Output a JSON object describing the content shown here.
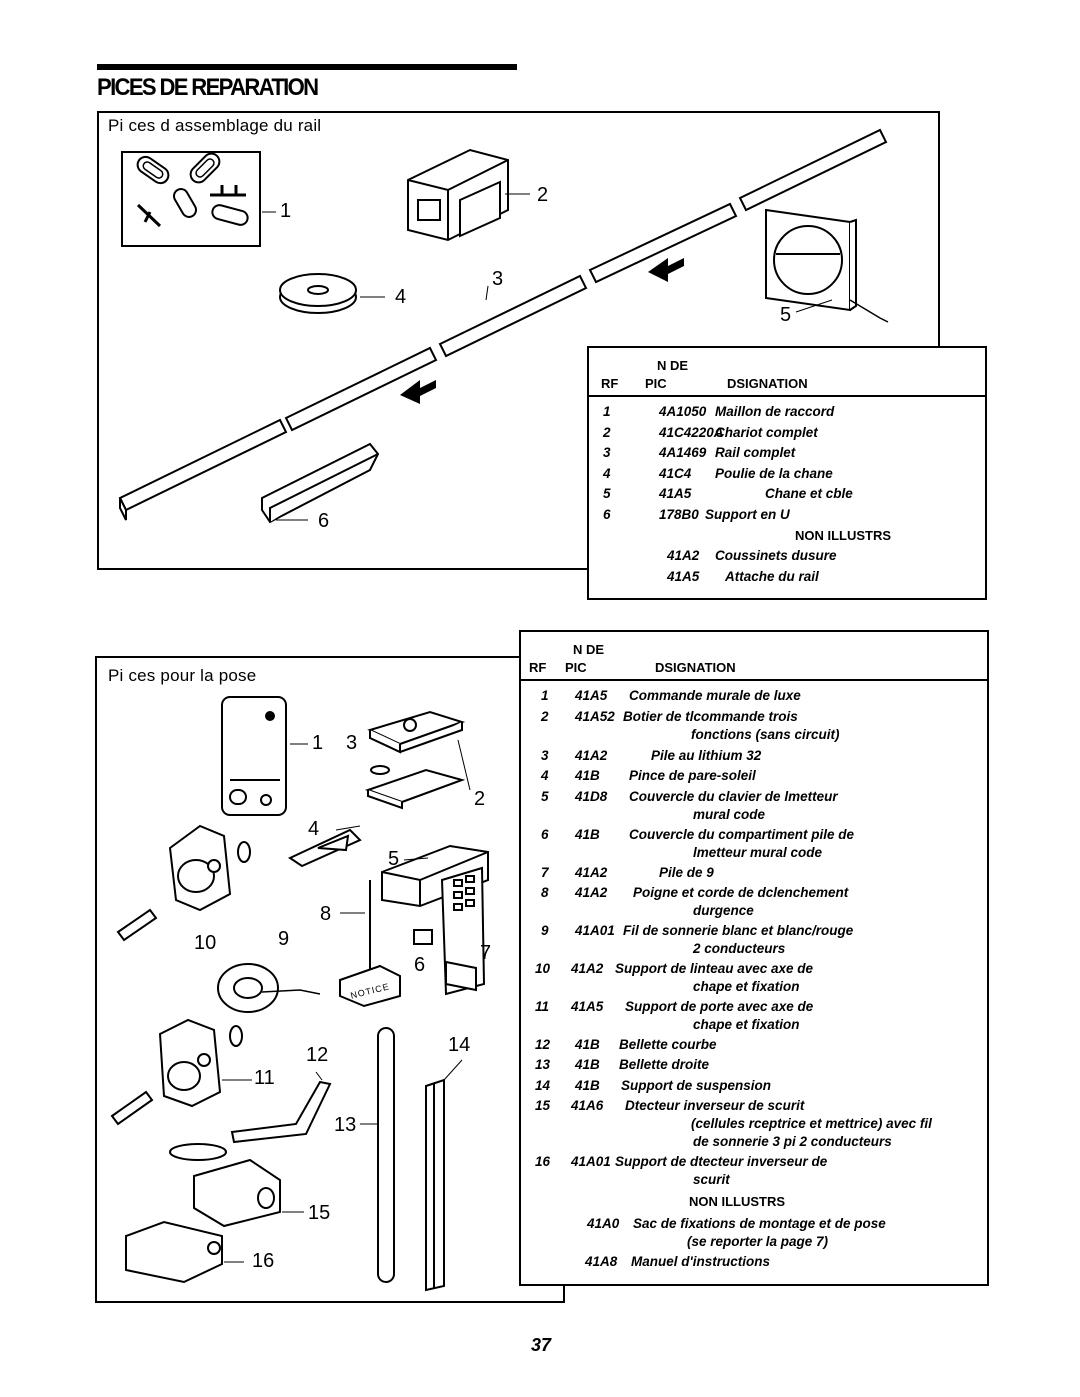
{
  "page": {
    "heading": "PICES DE REPARATION",
    "page_number": "37"
  },
  "rail_section": {
    "title": "Pi ces d assemblage du rail",
    "callouts": [
      "1",
      "2",
      "3",
      "4",
      "5",
      "6"
    ],
    "table": {
      "header_line1": "N  DE",
      "header_ref": "RF",
      "header_part": "PIC",
      "header_desc": "DSIGNATION",
      "rows": [
        {
          "ref": "1",
          "part": "4A1050",
          "desc": "Maillon de raccord"
        },
        {
          "ref": "2",
          "part": "41C4220A",
          "desc": "Chariot complet"
        },
        {
          "ref": "3",
          "part": "4A1469",
          "desc": "Rail complet"
        },
        {
          "ref": "4",
          "part": "41C4",
          "desc": "Poulie de la chane"
        },
        {
          "ref": "5",
          "part": "41A5",
          "desc": "Chane et cble"
        },
        {
          "ref": "6",
          "part": "178B0",
          "desc": "Support en U"
        }
      ],
      "not_shown_label": "NON ILLUSTRS",
      "not_shown": [
        {
          "part": "41A2",
          "desc": "Coussinets dusure"
        },
        {
          "part": "41A5",
          "desc": "Attache du rail"
        }
      ]
    }
  },
  "install_section": {
    "title": "Pi ces pour la pose",
    "callouts": [
      "1",
      "2",
      "3",
      "4",
      "5",
      "6",
      "7",
      "8",
      "9",
      "10",
      "11",
      "12",
      "13",
      "14",
      "15",
      "16"
    ],
    "notice_label": "NOTICE",
    "table": {
      "header_line1": "N  DE",
      "header_ref": "RF",
      "header_part": "PIC",
      "header_desc": "DSIGNATION",
      "rows": [
        {
          "ref": "1",
          "part": "41A5",
          "desc": "Commande murale de luxe"
        },
        {
          "ref": "2",
          "part": "41A52",
          "desc": "Botier de tlcommande  trois",
          "desc2": "fonctions (sans circuit)"
        },
        {
          "ref": "3",
          "part": "41A2",
          "desc": "Pile au lithium 32"
        },
        {
          "ref": "4",
          "part": "41B",
          "desc": "Pince de pare-soleil"
        },
        {
          "ref": "5",
          "part": "41D8",
          "desc": "Couvercle du clavier de lmetteur",
          "desc2": "mural  code"
        },
        {
          "ref": "6",
          "part": "41B",
          "desc": "Couvercle du compartiment  pile de",
          "desc2": "lmetteur mural  code"
        },
        {
          "ref": "7",
          "part": "41A2",
          "desc": "Pile de 9"
        },
        {
          "ref": "8",
          "part": "41A2",
          "desc": "Poigne et corde de dclenchement",
          "desc2": "durgence"
        },
        {
          "ref": "9",
          "part": "41A01",
          "desc": "Fil de sonnerie blanc et blanc/rouge",
          "desc2": "2 conducteurs"
        },
        {
          "ref": "10",
          "part": "41A2",
          "desc": "Support de linteau avec axe de",
          "desc2": "chape et fixation"
        },
        {
          "ref": "11",
          "part": "41A5",
          "desc": "Support de porte avec axe de",
          "desc2": "chape et fixation"
        },
        {
          "ref": "12",
          "part": "41B",
          "desc": "Bellette courbe"
        },
        {
          "ref": "13",
          "part": "41B",
          "desc": "Bellette droite"
        },
        {
          "ref": "14",
          "part": "41B",
          "desc": "Support de suspension"
        },
        {
          "ref": "15",
          "part": "41A6",
          "desc": "Dtecteur inverseur de scurit",
          "desc2": "(cellules rceptrice et mettrice) avec fil",
          "desc3": "de sonnerie 3 pi  2 conducteurs"
        },
        {
          "ref": "16",
          "part": "41A01",
          "desc": "Support de dtecteur inverseur de",
          "desc2": "scurit"
        }
      ],
      "not_shown_label": "NON ILLUSTRS",
      "not_shown": [
        {
          "part": "41A0",
          "desc": "Sac de fixations de montage et de pose",
          "desc2": "(se reporter  la page 7)"
        },
        {
          "part": "41A8",
          "desc": "Manuel d'instructions"
        }
      ]
    }
  }
}
